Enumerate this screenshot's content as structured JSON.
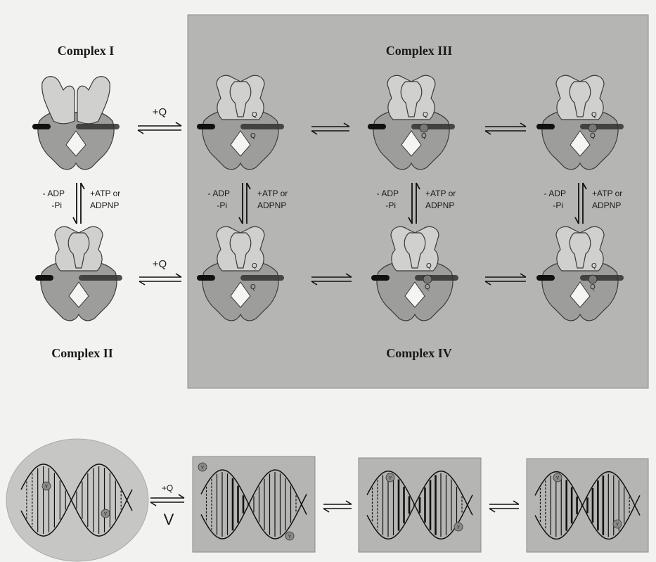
{
  "labels": {
    "complex_1": "Complex I",
    "complex_2": "Complex II",
    "complex_3": "Complex III",
    "complex_4": "Complex IV"
  },
  "arrows": {
    "plus_q": "+Q",
    "minus_adp": "- ADP",
    "minus_pi": "-Pi",
    "plus_atp": "+ATP or",
    "adpnp": "ADPNP",
    "v": "V"
  },
  "protein_marks": {
    "q_letter": "Q"
  },
  "dna_marks": {
    "y_letter": "Y"
  },
  "colors": {
    "page_background": "#f2f2f0",
    "shaded_panel": "#b5b5b3",
    "protein_light": "#d0d0ce",
    "protein_dark": "#9d9d9b",
    "dna_circle": "#c6c6c4",
    "y_ball": "#8a8a88"
  }
}
